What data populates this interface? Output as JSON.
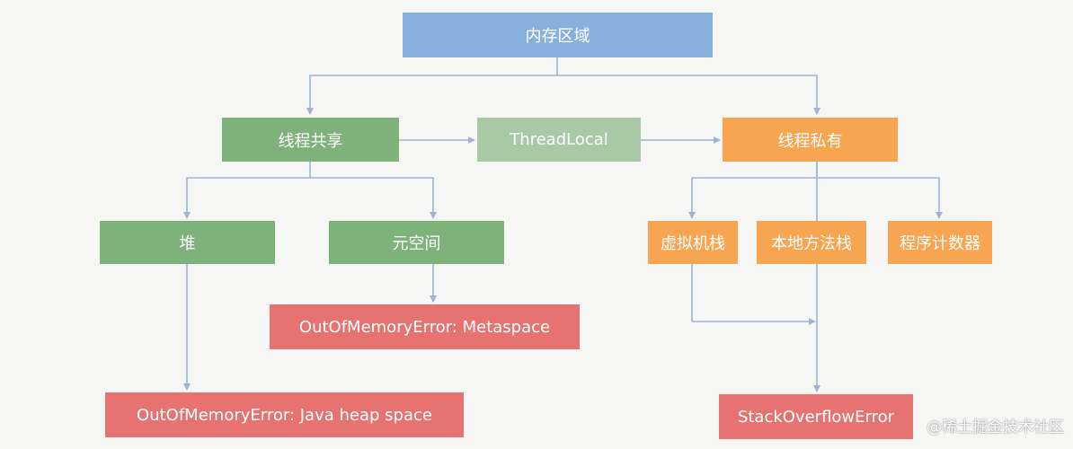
{
  "nodes": {
    "memory_area": "内存区域",
    "shared": "线程共享",
    "threadlocal": "ThreadLocal",
    "private": "线程私有",
    "heap": "堆",
    "metaspace": "元空间",
    "vm_stack": "虚拟机栈",
    "native_stack": "本地方法栈",
    "pc_register": "程序计数器",
    "oom_metaspace": "OutOfMemoryError: Metaspace",
    "oom_heap": "OutOfMemoryError: Java heap space",
    "stack_overflow": "StackOverflowError"
  },
  "watermark": "@稀土掘金技术社区",
  "colors": {
    "blue": "#88b0dd",
    "green": "#7eb27a",
    "light_green": "#a9c9a6",
    "orange": "#f7a550",
    "red": "#e77272",
    "connector": "#9fb4d8"
  }
}
